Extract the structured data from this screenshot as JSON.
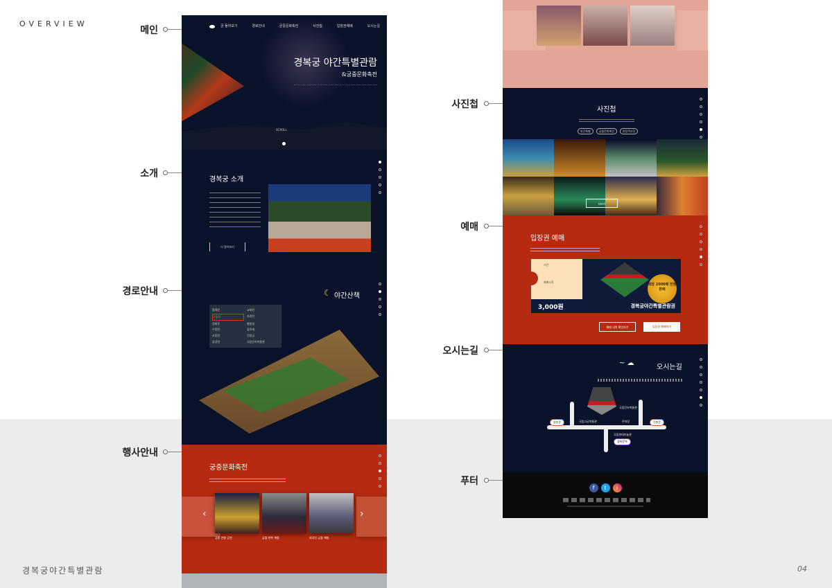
{
  "page": {
    "overview": "OVERVIEW",
    "footer_title": "경복궁야간특별관람",
    "page_number": "04"
  },
  "labels": {
    "main": "메인",
    "intro": "소개",
    "route": "경로안내",
    "event": "행사안내",
    "photos": "사진첩",
    "booking": "예매",
    "directions": "오시는길",
    "footer": "푸터"
  },
  "site": {
    "nav": [
      "궁 둘러보기",
      "경로안내",
      "궁중문화축전",
      "사진첩",
      "입장권예매",
      "오시는길"
    ],
    "hero": {
      "title": "경복궁 야간특별관람",
      "subtitle": "&궁중문화축전",
      "scroll": "SCROLL"
    },
    "intro": {
      "title": "경복궁 소개",
      "button": "더 알아보기"
    },
    "route": {
      "title": "야간산책",
      "legend": [
        "흥례문",
        "근정전",
        "경회루",
        "수정전",
        "사정전",
        "강녕전",
        "교태전",
        "자경전",
        "향원정",
        "집옥재",
        "건청궁",
        "국립민속박물관"
      ]
    },
    "festival": {
      "title": "궁중문화축전",
      "captions": [
        "궁중 연향 공연",
        "궁궐 한복 체험",
        "외국인 궁궐 체험"
      ]
    },
    "photos": {
      "title": "사진첩",
      "filters": [
        "야간특별",
        "궁중문화축전",
        "관람객사진"
      ],
      "more": "더보기"
    },
    "booking": {
      "title": "입장권 예매",
      "info_labels": [
        "기간",
        "예매시작"
      ],
      "price": "3,000원",
      "ticket_name": "경복궁야간특별관람권",
      "badge": "회당 2000매 한정판매",
      "btn_check": "예매 내역 확인하기",
      "btn_book": "입장권 예매하기"
    },
    "directions": {
      "title": "오시는길",
      "places": [
        "국립고궁박물관",
        "국립민속박물관",
        "주차장",
        "국립현대미술관"
      ],
      "pills": [
        "영추문",
        "건춘문",
        "광화문역"
      ]
    },
    "footer": {
      "sns": [
        "f",
        "t",
        "i"
      ]
    }
  },
  "colors": {
    "navy": "#0a1229",
    "red": "#b52a10",
    "footer": "#0a0a0a"
  }
}
